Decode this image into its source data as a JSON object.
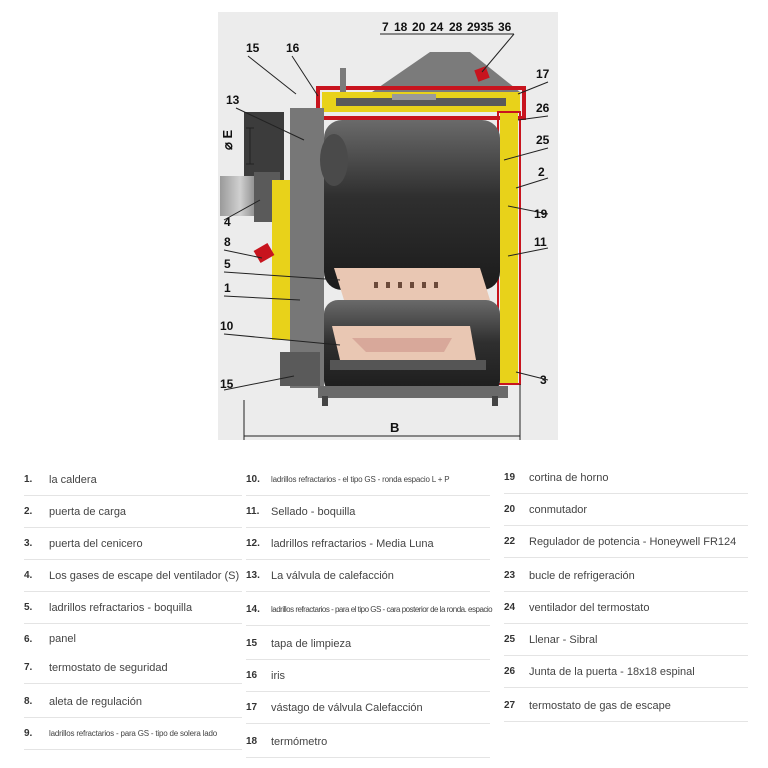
{
  "diagram": {
    "callouts_top": [
      "7",
      "18",
      "20",
      "24",
      "28",
      "2935",
      "36"
    ],
    "callouts": {
      "c15a": "15",
      "c16": "16",
      "c13": "13",
      "c4": "4",
      "c8": "8",
      "c5": "5",
      "c1": "1",
      "c10": "10",
      "c15b": "15",
      "c17": "17",
      "c26": "26",
      "c25": "25",
      "c2": "2",
      "c19": "19",
      "c11": "11",
      "c3": "3"
    },
    "dimension_e": "⌀ E",
    "dimension_b": "B",
    "colors": {
      "yellow": "#e8d21a",
      "red": "#c8141e",
      "steel": "#3c3c3c",
      "brick": "#e9c7b3",
      "grey": "#7b7b7b"
    }
  },
  "legend": {
    "columns": [
      [
        {
          "num": "1.",
          "text": "la caldera"
        },
        {
          "num": "2.",
          "text": "puerta de carga"
        },
        {
          "num": "3.",
          "text": "puerta del cenicero"
        },
        {
          "num": "4.",
          "text": "Los gases de escape del ventilador (S)"
        },
        {
          "num": "5.",
          "text": "ladrillos refractarios - boquilla"
        },
        {
          "num": "6.",
          "text": "panel"
        },
        {
          "num": "7.",
          "text": "termostato de seguridad"
        },
        {
          "num": "8.",
          "text": "aleta de regulación"
        },
        {
          "num": "9.",
          "text": "ladrillos refractarios - para GS - tipo de solera lado"
        }
      ],
      [
        {
          "num": "10.",
          "text": "ladrillos refractarios - el tipo GS - ronda espacio L + P"
        },
        {
          "num": "11.",
          "text": "Sellado - boquilla"
        },
        {
          "num": "12.",
          "text": "ladrillos refractarios - Media Luna"
        },
        {
          "num": "13.",
          "text": "La válvula de calefacción"
        },
        {
          "num": "14.",
          "text": "ladrillos refractarios - para el tipo GS - cara posterior de la ronda. espacio"
        },
        {
          "num": "15",
          "text": "tapa de limpieza"
        },
        {
          "num": "16",
          "text": "iris"
        },
        {
          "num": "17",
          "text": "vástago de válvula Calefacción"
        },
        {
          "num": "18",
          "text": "termómetro"
        }
      ],
      [
        {
          "num": "19",
          "text": "cortina de horno"
        },
        {
          "num": "20",
          "text": "conmutador"
        },
        {
          "num": "22",
          "text": "Regulador de potencia - Honeywell FR124"
        },
        {
          "num": "23",
          "text": "bucle de refrigeración"
        },
        {
          "num": "24",
          "text": "ventilador del termostato"
        },
        {
          "num": "25",
          "text": "Llenar - Sibral"
        },
        {
          "num": "26",
          "text": "Junta de la puerta - 18x18 espinal"
        },
        {
          "num": "27",
          "text": "termostato de gas de escape"
        }
      ]
    ]
  }
}
